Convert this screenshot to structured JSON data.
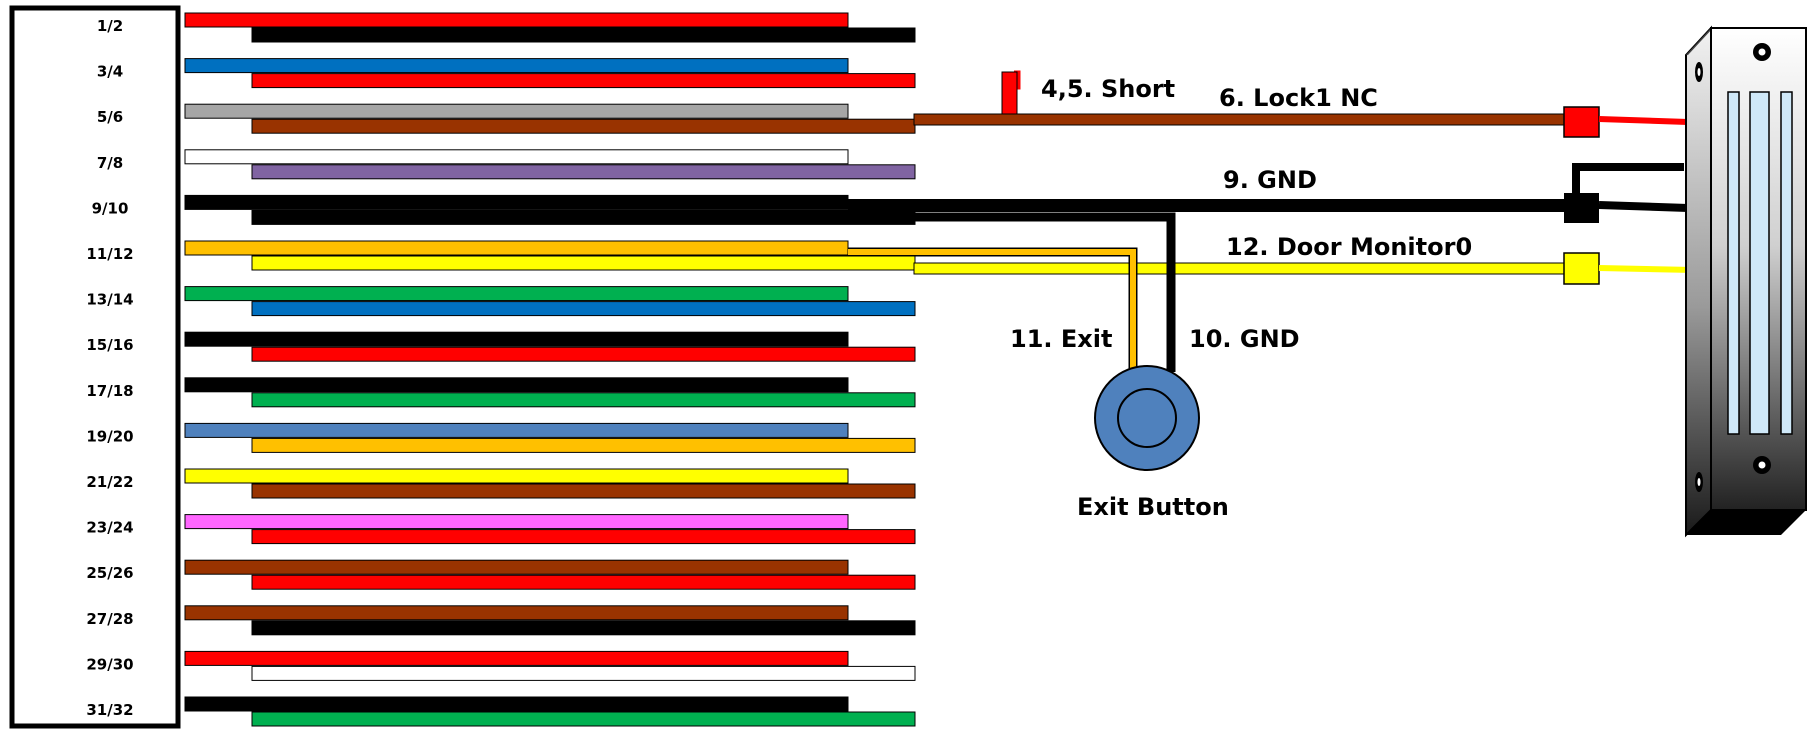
{
  "connector": {
    "pairs": [
      {
        "label": "1/2",
        "wire_a": "#ff0000",
        "wire_b": "#000000"
      },
      {
        "label": "3/4",
        "wire_a": "#0070c0",
        "wire_b": "#ff0000"
      },
      {
        "label": "5/6",
        "wire_a": "#a6a6a6",
        "wire_b": "#993300"
      },
      {
        "label": "7/8",
        "wire_a": "#ffffff",
        "wire_b": "#8064a2"
      },
      {
        "label": "9/10",
        "wire_a": "#000000",
        "wire_b": "#000000"
      },
      {
        "label": "11/12",
        "wire_a": "#ffc000",
        "wire_b": "#ffff00"
      },
      {
        "label": "13/14",
        "wire_a": "#00b050",
        "wire_b": "#0070c0"
      },
      {
        "label": "15/16",
        "wire_a": "#000000",
        "wire_b": "#ff0000"
      },
      {
        "label": "17/18",
        "wire_a": "#000000",
        "wire_b": "#00b050"
      },
      {
        "label": "19/20",
        "wire_a": "#4f81bd",
        "wire_b": "#ffc000"
      },
      {
        "label": "21/22",
        "wire_a": "#ffff00",
        "wire_b": "#993300"
      },
      {
        "label": "23/24",
        "wire_a": "#ff66ff",
        "wire_b": "#ff0000"
      },
      {
        "label": "25/26",
        "wire_a": "#993300",
        "wire_b": "#ff0000"
      },
      {
        "label": "27/28",
        "wire_a": "#993300",
        "wire_b": "#000000"
      },
      {
        "label": "29/30",
        "wire_a": "#ff0000",
        "wire_b": "#ffffff"
      },
      {
        "label": "31/32",
        "wire_a": "#000000",
        "wire_b": "#00b050"
      }
    ]
  },
  "labels": {
    "short": "4,5. Short",
    "lock_nc": "6. Lock1 NC",
    "gnd_lock": "9. GND",
    "door_monitor": "12. Door Monitor0",
    "exit": "11. Exit",
    "gnd_button": "10. GND",
    "exit_button": "Exit Button"
  },
  "colors": {
    "lock_wire": "#ff0000",
    "gnd_wire": "#000000",
    "monitor_wire": "#ffff00",
    "exit_wire": "#ffc000",
    "button_fill": "#4f81bd",
    "lock_window": "#cfe8f8"
  },
  "icons": {
    "exit_button": "round-push-button-icon",
    "lock": "electromagnetic-lock-icon"
  }
}
